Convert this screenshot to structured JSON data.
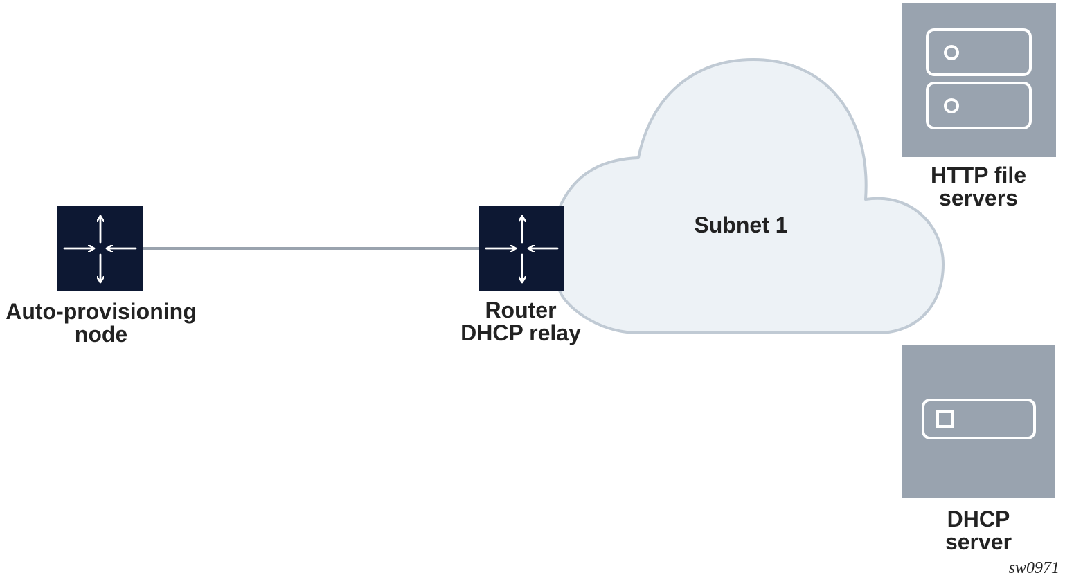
{
  "nodes": {
    "auto_provisioning": {
      "line1": "Auto-provisioning",
      "line2": "node",
      "icon": "router-icon"
    },
    "router": {
      "line1": "Router",
      "line2": "DHCP relay",
      "icon": "router-icon"
    },
    "subnet": {
      "label": "Subnet 1",
      "icon": "cloud-icon"
    },
    "http_servers": {
      "line1": "HTTP file",
      "line2": "servers",
      "icon": "server-stack-icon"
    },
    "dhcp_server": {
      "line1": "DHCP",
      "line2": "server",
      "icon": "server-icon"
    }
  },
  "figure_id": "sw0971",
  "colors": {
    "router_fill": "#0d1833",
    "server_fill": "#99a3af",
    "cloud_fill": "#edf2f6",
    "cloud_stroke": "#c0cad4",
    "link": "#9aa3ae",
    "text": "#222222"
  }
}
